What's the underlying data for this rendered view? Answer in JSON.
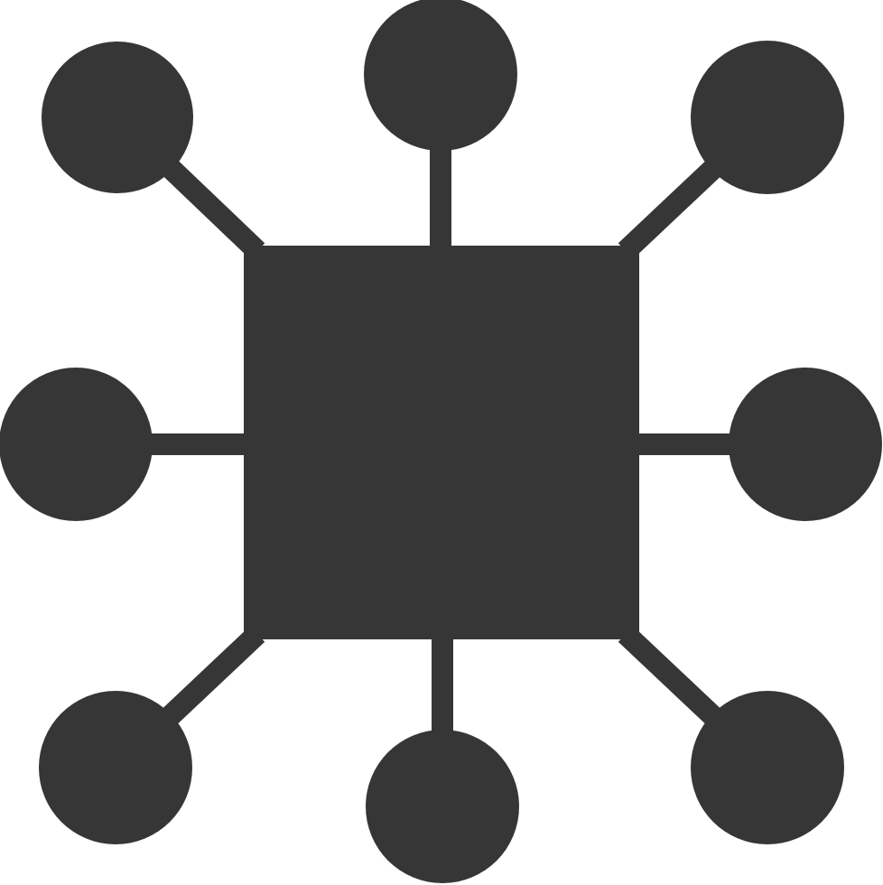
{
  "icon": {
    "name": "network-hub-icon",
    "color": "#363636",
    "background": "#ffffff",
    "satellite_count": 8,
    "satellites": [
      {
        "name": "node-top-left"
      },
      {
        "name": "node-top"
      },
      {
        "name": "node-top-right"
      },
      {
        "name": "node-left"
      },
      {
        "name": "node-right"
      },
      {
        "name": "node-bottom-left"
      },
      {
        "name": "node-bottom"
      },
      {
        "name": "node-bottom-right"
      }
    ]
  }
}
